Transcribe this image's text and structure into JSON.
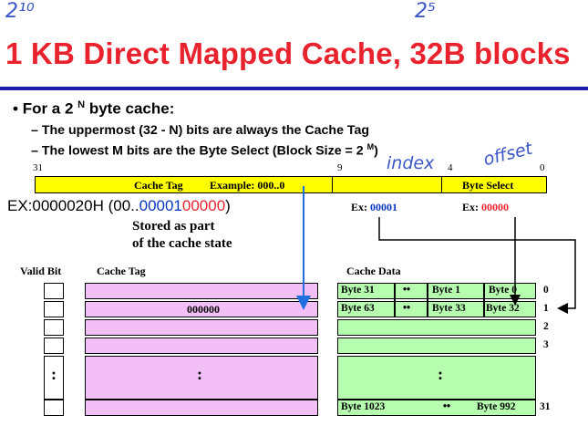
{
  "handwriting": {
    "top_left": "2¹⁰",
    "top_mid": "2⁵",
    "offset": "offset",
    "index": "index"
  },
  "title": "1 KB Direct Mapped Cache, 32B blocks",
  "bullet": {
    "marker": "•",
    "text_prefix": "For a 2 ",
    "text_exp": "N",
    "text_suffix": " byte cache:"
  },
  "subpoints": [
    "– The uppermost (32 - N) bits are always the Cache Tag",
    "– The lowest M bits are the Byte Select (Block Size = 2 ",
    "M",
    ")"
  ],
  "bit_labels": {
    "b31": "31",
    "b9": "9",
    "b4": "4",
    "b0": "0"
  },
  "address_fields": {
    "tag_label": "Cache Tag",
    "tag_example": "Example: 000..0",
    "byte_select": "Byte Select"
  },
  "example": {
    "prefix": "EX:0000020H (00..",
    "blue_part": "00001",
    "red_part": "00000",
    "suffix": ")",
    "index_label": "Ex: ",
    "index_value": "00001",
    "byte_label": "Ex: ",
    "byte_value": "00000"
  },
  "stored_note": [
    "Stored as part",
    "of the cache state"
  ],
  "headers": {
    "valid": "Valid Bit",
    "tag": "Cache Tag",
    "data": "Cache Data"
  },
  "rows": {
    "tag_row1": "000000",
    "ellipsis_v": ":",
    "dots": "••"
  },
  "data_cells": {
    "r0": [
      "Byte 31",
      "••",
      "Byte 1",
      "Byte 0"
    ],
    "r1": [
      "Byte 63",
      "••",
      "Byte 33",
      "Byte 32"
    ],
    "r_last": [
      "Byte 1023",
      "••",
      "Byte 992"
    ]
  },
  "indices": [
    "0",
    "1",
    "2",
    "3",
    "31"
  ],
  "colors": {
    "title": "#e8232e",
    "rule": "#1d1dab",
    "address_bar": "#ffff00",
    "tag": "#f3bff7",
    "data": "#b6fdb0",
    "blue": "#0a37c2",
    "arrow_blue": "#1f6fe0"
  }
}
